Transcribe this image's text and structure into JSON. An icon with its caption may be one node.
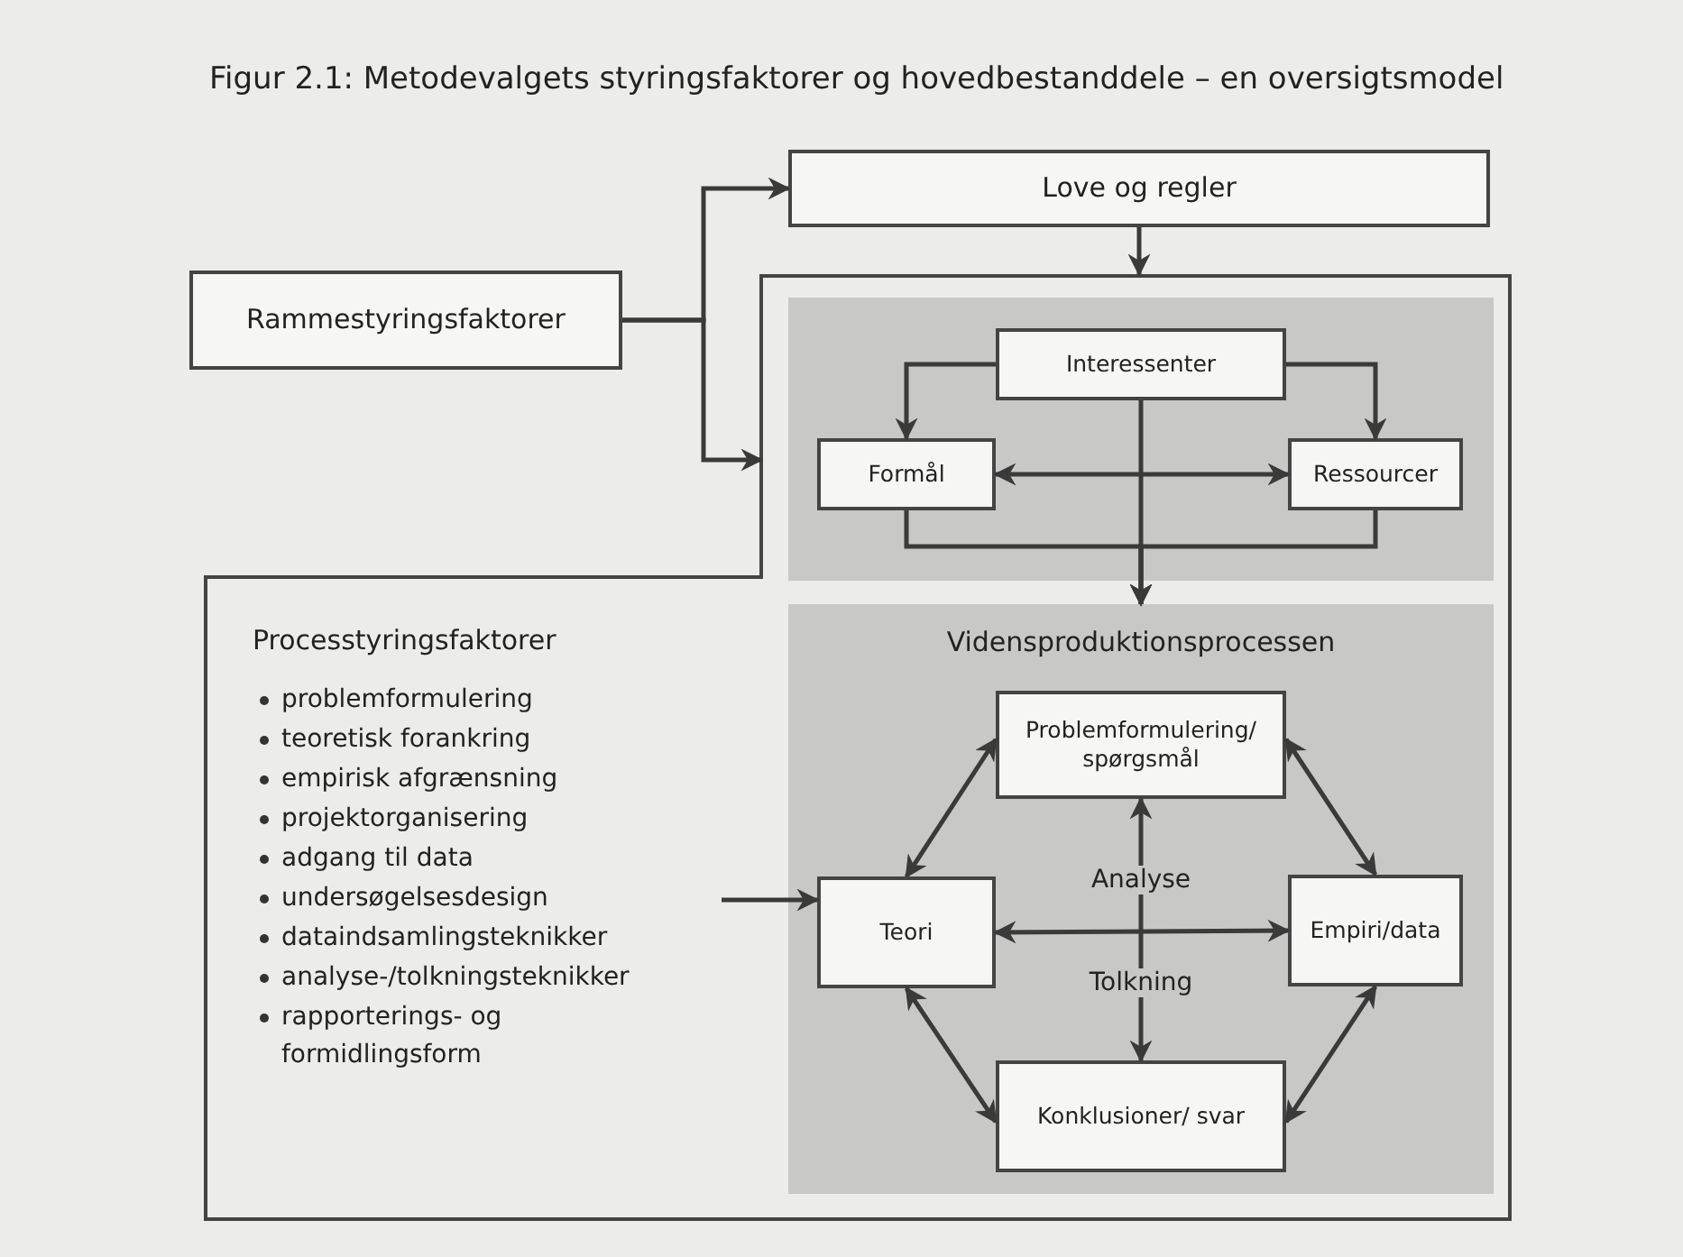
{
  "diagram": {
    "title": "Figur 2.1: Metodevalgets styringsfaktorer og hovedbestanddele – en oversigtsmodel",
    "nodes": [
      {
        "text": [
          "Love og regler"
        ]
      },
      {
        "text": [
          "Rammestyringsfaktorer"
        ]
      },
      {
        "text": [
          "Processtyringsfaktorer",
          "problemformulering",
          "teoretisk forankring",
          "empirisk afgrænsning",
          "projektorganisering",
          "adgang til data",
          "undersøgelsesdesign",
          "dataindsamlingsteknikker",
          "analyse-/tolkningsteknikker",
          "rapporterings- og formidlingsform"
        ]
      },
      {
        "text": [],
        "shape": "box",
        "in": 2
      },
      {
        "text": [
          "Interessenter"
        ],
        "in": 3
      },
      {
        "text": [
          "Formål"
        ],
        "in": 3
      },
      {
        "text": [
          "Ressourcer"
        ],
        "in": 3
      },
      {
        "text": [
          "Vidensproduktionsprocessen"
        ],
        "in": 2
      },
      {
        "text": [
          "Problemformulering/ spørgsmål"
        ],
        "in": 7
      },
      {
        "text": [
          "Teori"
        ],
        "in": 7
      },
      {
        "text": [
          "Empiri/data"
        ],
        "in": 7
      },
      {
        "text": [
          "Konklusioner/ svar"
        ],
        "in": 7
      }
    ],
    "edges": [
      {
        "from": 1,
        "to": 0,
        "arrow": "to"
      },
      {
        "from": 1,
        "to": 2,
        "arrow": "to"
      },
      {
        "from": 0,
        "to": 2,
        "arrow": "to"
      },
      {
        "from": 4,
        "to": 5,
        "arrow": "to"
      },
      {
        "from": 4,
        "to": 6,
        "arrow": "to"
      },
      {
        "from": 5,
        "to": 6,
        "arrow": "both"
      },
      {
        "from": 4,
        "to": 7,
        "arrow": "to"
      },
      {
        "from": 5,
        "to": 7,
        "arrow": "to"
      },
      {
        "from": 6,
        "to": 7,
        "arrow": "to"
      },
      {
        "from": null,
        "to": 9,
        "arrow": "to"
      },
      {
        "from": 8,
        "to": 9,
        "arrow": "both"
      },
      {
        "from": 8,
        "to": 10,
        "arrow": "both"
      },
      {
        "from": 9,
        "to": 10,
        "arrow": "both"
      },
      {
        "from": 9,
        "to": 11,
        "arrow": "both"
      },
      {
        "from": 10,
        "to": 11,
        "arrow": "both"
      },
      {
        "from": null,
        "to": 8,
        "arrow": "to",
        "label": "Analyse"
      },
      {
        "from": null,
        "to": 11,
        "arrow": "to",
        "label": "Tolkning"
      }
    ]
  }
}
